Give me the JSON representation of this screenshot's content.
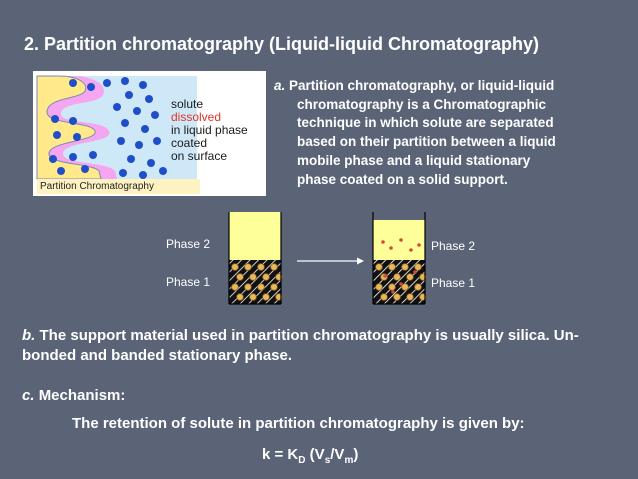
{
  "slide": {
    "title": "2. Partition chromatography (Liquid-liquid Chromatography)"
  },
  "figure": {
    "label_solute": "solute",
    "label_dissolved": "dissolved",
    "label_liquid_phase": "in liquid phase",
    "label_coated": "coated",
    "label_on_surface": "on surface",
    "caption": "Partition Chromatography",
    "colors": {
      "dissolved_text": "#e0332b",
      "liquid_phase": "#f6a6f0",
      "support": "#ffe98a",
      "solute_dot": "#1f4fc8",
      "support_outline": "#7a8bb0"
    }
  },
  "para_a": {
    "prefix": "a.",
    "line1": "Partition chromatography, or liquid-liquid",
    "line2": "chromatography is a Chromatographic",
    "line3": "technique in which solute are separated",
    "line4": "based on their partition between a liquid",
    "line5": "mobile phase and a liquid stationary",
    "line6": "phase coated on a solid support."
  },
  "columns": {
    "left": {
      "phase2": "Phase 2",
      "phase1": "Phase 1"
    },
    "right": {
      "phase2": "Phase 2",
      "phase1": "Phase 1"
    },
    "colors": {
      "phase2": "#ffff99",
      "phase1": "#111111",
      "particle": "#e6b85c",
      "solute": "#d9483b"
    }
  },
  "para_b": {
    "prefix": "b.",
    "text": "The support material used in partition chromatography is usually silica. Un-bonded and banded stationary phase."
  },
  "para_c": {
    "prefix": "c.",
    "text": "Mechanism:"
  },
  "retention": {
    "text": "The retention of solute in partition chromatography is given by:"
  },
  "equation": {
    "k": "k = K",
    "kd_sub": "D",
    "open": " (V",
    "vs_sub": "s",
    "slash": "/V",
    "vm_sub": "m",
    "close": ")"
  }
}
